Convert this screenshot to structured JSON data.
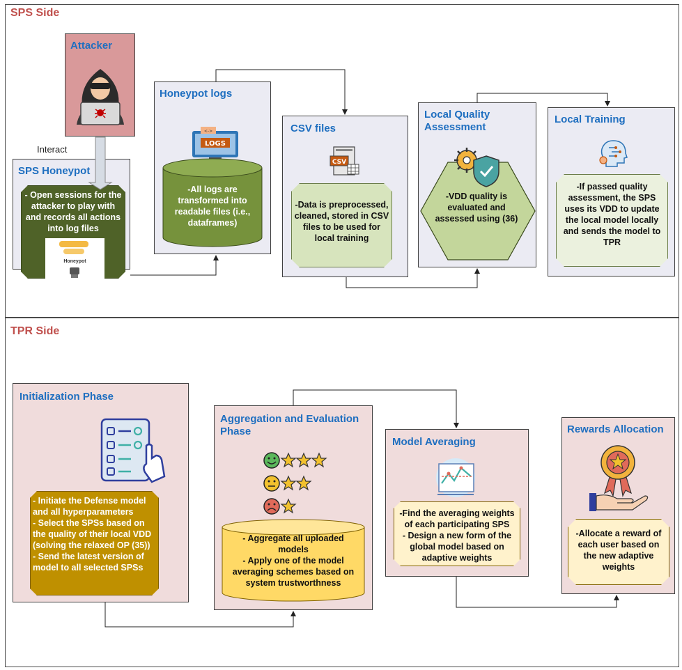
{
  "sps_side": {
    "title": "SPS Side",
    "attacker": {
      "title": "Attacker"
    },
    "interact_label": "Interact",
    "honeypot": {
      "title": "SPS Honeypot",
      "text": "- Open sessions for the attacker to play with and records all actions into log files",
      "image_caption": "Honeypot"
    },
    "honeypot_logs": {
      "title": "Honeypot logs",
      "icon_label": "LOGS",
      "text": "-All logs are transformed into readable files (i.e., dataframes)"
    },
    "csv_files": {
      "title": "CSV files",
      "icon_label": "CSV",
      "text": "-Data is preprocessed, cleaned, stored in CSV files to be used for local training"
    },
    "quality": {
      "title": "Local Quality Assessment",
      "text": "-VDD quality is evaluated and assessed using  (36)"
    },
    "training": {
      "title": "Local Training",
      "text": "-If passed quality assessment, the SPS uses its VDD to update the local model locally and sends the model to TPR"
    }
  },
  "tpr_side": {
    "title": "TPR Side",
    "init": {
      "title": "Initialization Phase",
      "text": "- Initiate the Defense model and all hyperparameters\n- Select the SPSs based on the quality of their local VDD (solving the relaxed OP (35))\n- Send the latest version of model to all selected SPSs"
    },
    "aggregation": {
      "title": "Aggregation and Evaluation Phase",
      "text": "- Aggregate all uploaded models\n- Apply one of the model averaging schemes based on system trustworthness"
    },
    "averaging": {
      "title": "Model Averaging",
      "text": "-Find the averaging weights of each participating SPS\n- Design a new form of the global model based on adaptive weights"
    },
    "rewards": {
      "title": "Rewards Allocation",
      "text": "-Allocate a reward of each user based on the new adaptive weights"
    }
  },
  "colors": {
    "section_title": "#c0504d",
    "box_title": "#1f6fc0",
    "sps_box": "#ebebf3",
    "tpr_box": "#f0dcdc",
    "attacker_box": "#d9999a",
    "honeypot_fill": "#4f6228",
    "logs_cylinder": "#76923c",
    "csv_fill": "#d7e4bd",
    "hexagon_fill": "#c3d69b",
    "training_fill": "#ebf1de",
    "init_fill": "#bf9000",
    "aggregation_cylinder": "#ffd966",
    "averaging_fill": "#fff2cc",
    "rewards_fill": "#fff2cc"
  }
}
